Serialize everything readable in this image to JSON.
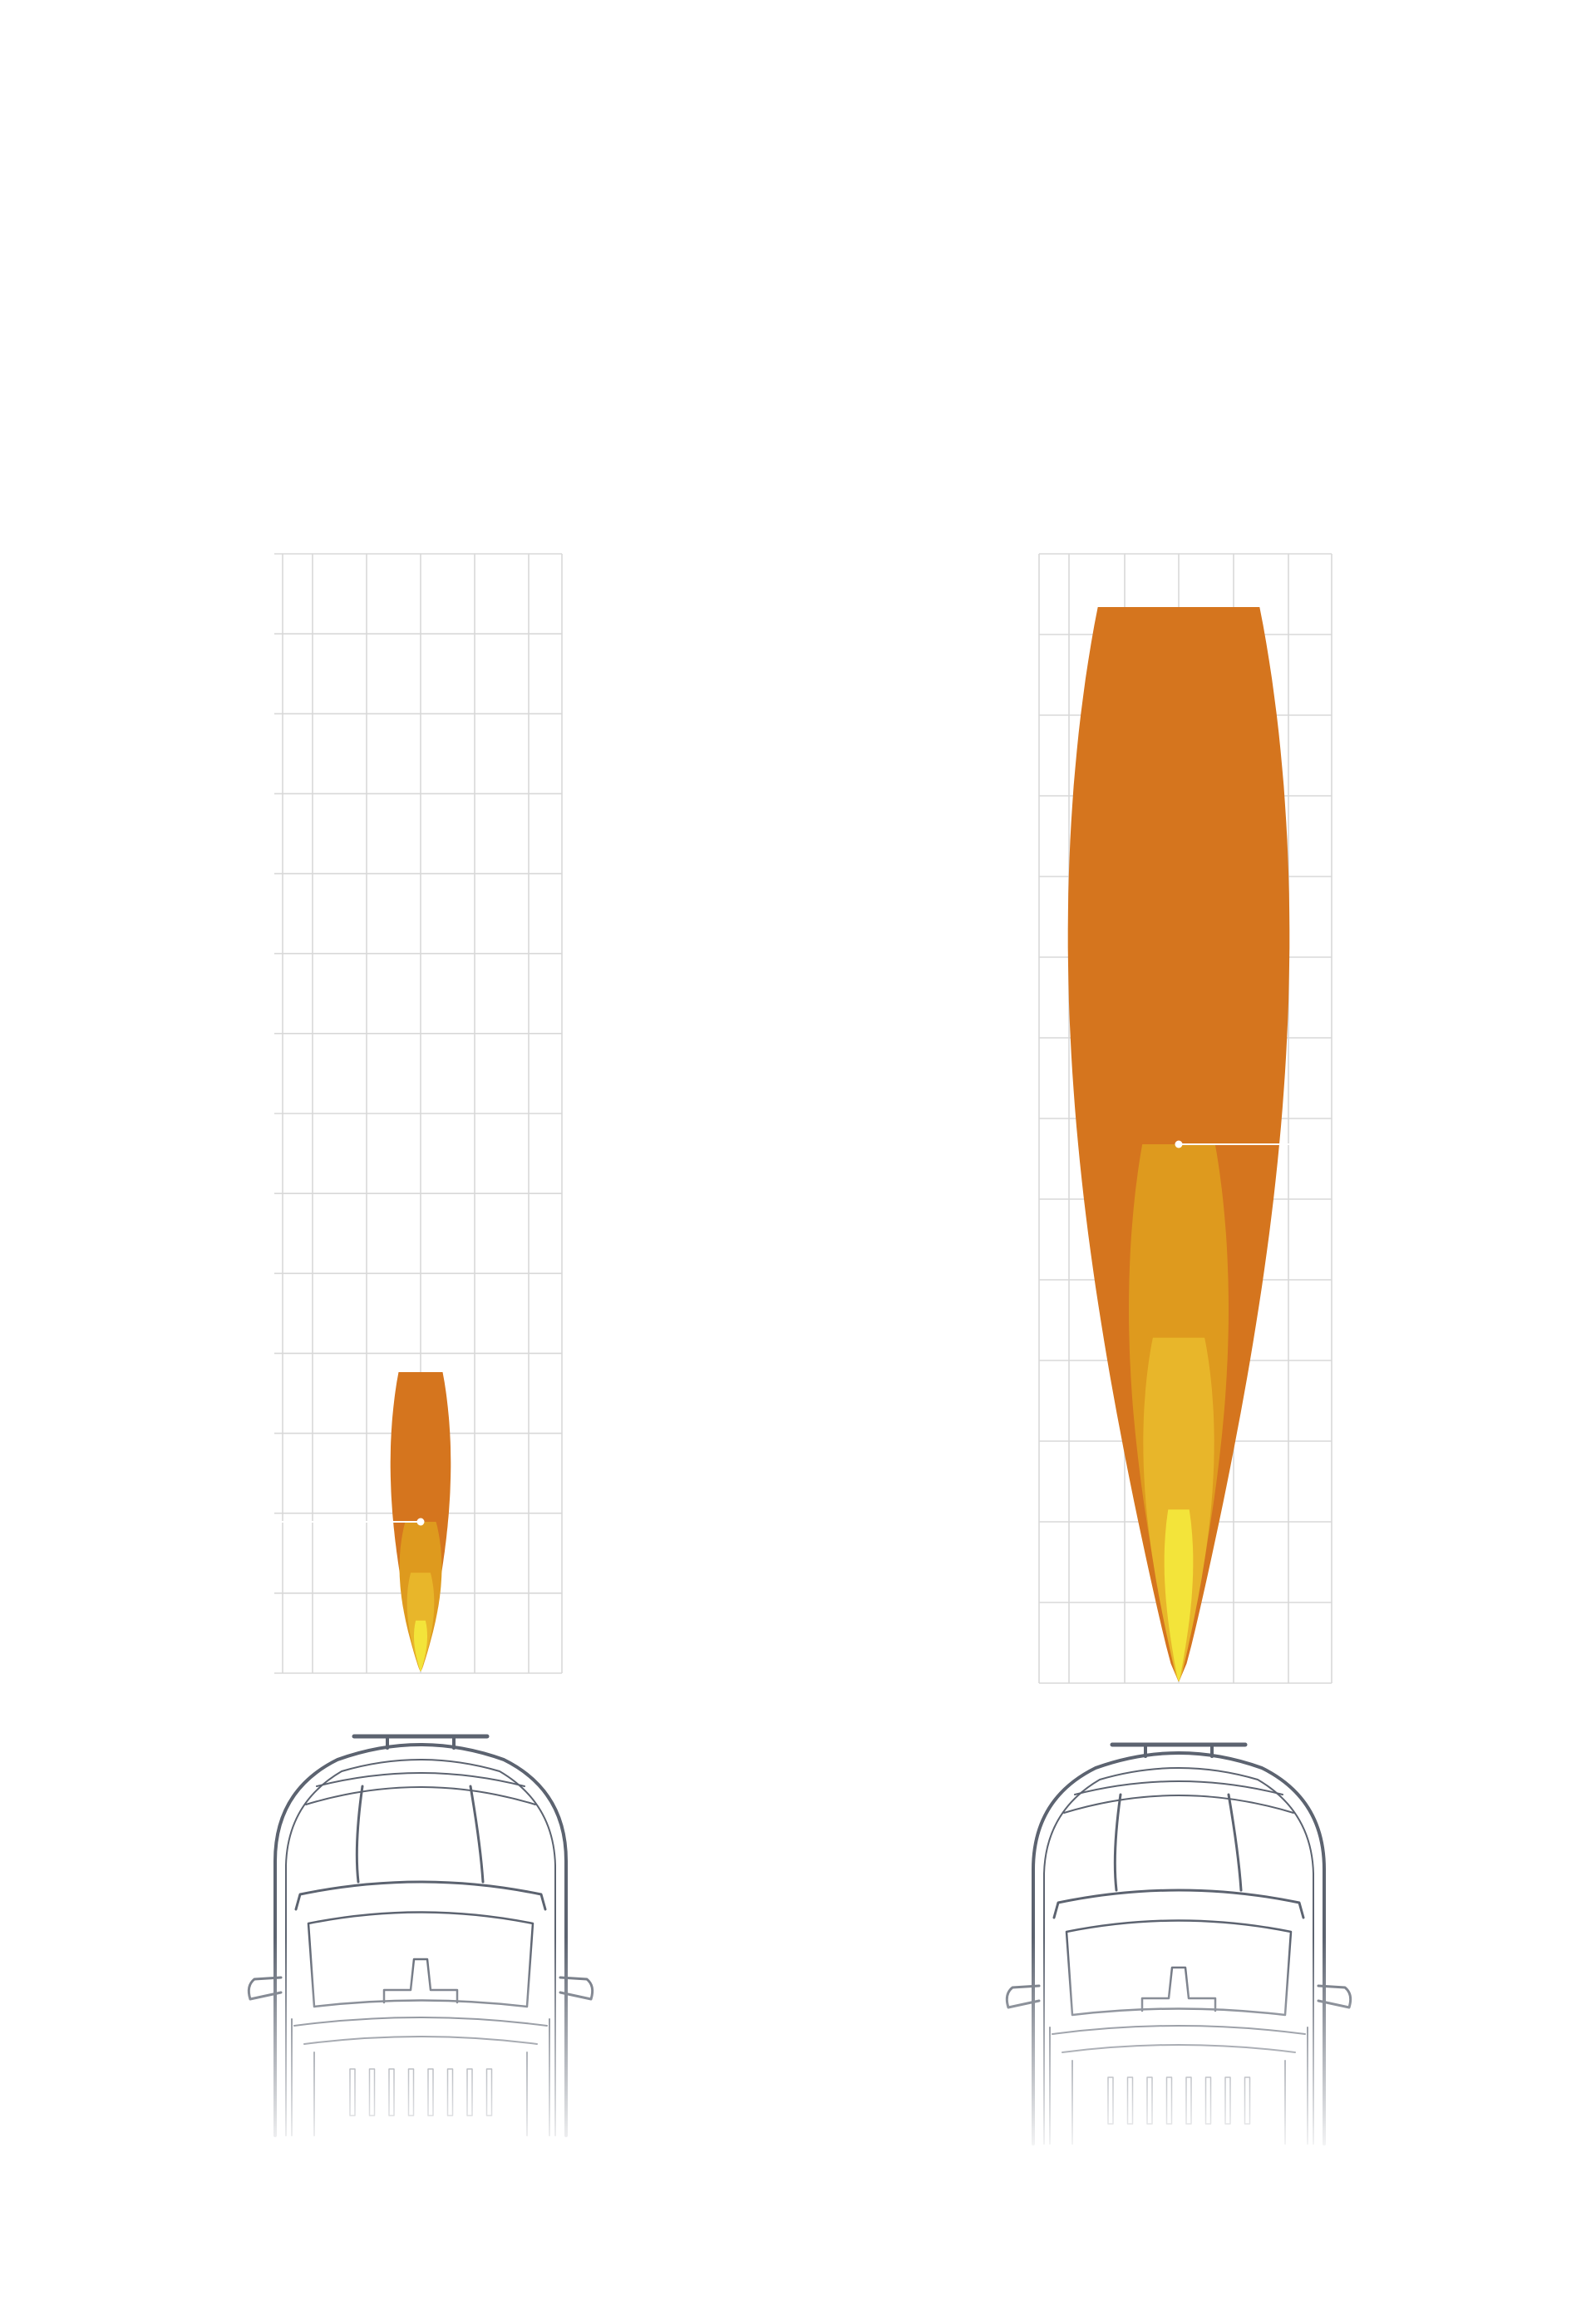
{
  "colors": {
    "background": "#ffffff",
    "grid": "#d8d8d8",
    "car_outline": "#5c6370",
    "zone_outer": "#d5751e",
    "zone_middle": "#de9a1e",
    "zone_inner": "#e8b62a",
    "zone_core": "#f3e43a",
    "marker": "#ffffff"
  },
  "icons": [
    "car-top-view-icon",
    "car-top-view-icon"
  ],
  "diagrams": [
    {
      "id": "low-output",
      "beam_zones": [
        {
          "name": "outer",
          "reach": 1.0,
          "half_width": 1.0
        },
        {
          "name": "middle",
          "reach": 0.5,
          "half_width": 0.7
        },
        {
          "name": "inner",
          "reach": 0.33,
          "half_width": 0.45
        },
        {
          "name": "core",
          "reach": 0.17,
          "half_width": 0.22
        }
      ]
    },
    {
      "id": "high-output",
      "beam_zones": [
        {
          "name": "outer",
          "reach": 1.0,
          "half_width": 1.0
        },
        {
          "name": "middle",
          "reach": 0.5,
          "half_width": 0.45
        },
        {
          "name": "inner",
          "reach": 0.32,
          "half_width": 0.32
        },
        {
          "name": "core",
          "reach": 0.16,
          "half_width": 0.13
        }
      ]
    }
  ]
}
